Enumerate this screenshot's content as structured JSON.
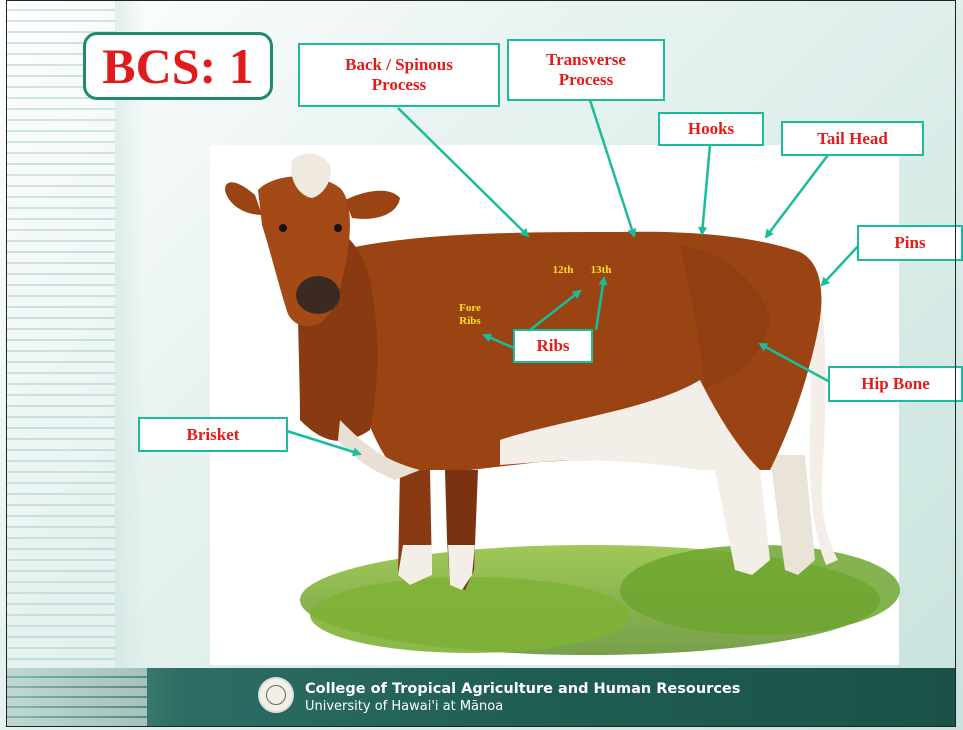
{
  "title": "BCS: 1",
  "labels": {
    "back": "Back / Spinous\nProcess",
    "transverse": "Transverse\nProcess",
    "hooks": "Hooks",
    "tail_head": "Tail Head",
    "pins": "Pins",
    "hip_bone": "Hip Bone",
    "brisket": "Brisket",
    "ribs": "Ribs"
  },
  "rib_annotations": {
    "fore_ribs": "Fore\nRibs",
    "rib_12": "12th",
    "rib_13": "13th"
  },
  "footer": {
    "line1": "College of Tropical Agriculture and Human Resources",
    "line2": "University of Hawai'i at Mānoa"
  },
  "colors": {
    "label_text": "#e41b1b",
    "label_border": "#1abc9c",
    "arrow": "#1abc9c",
    "footer_bg": "#1e5c52",
    "annotation_yellow": "#ffe11a"
  }
}
